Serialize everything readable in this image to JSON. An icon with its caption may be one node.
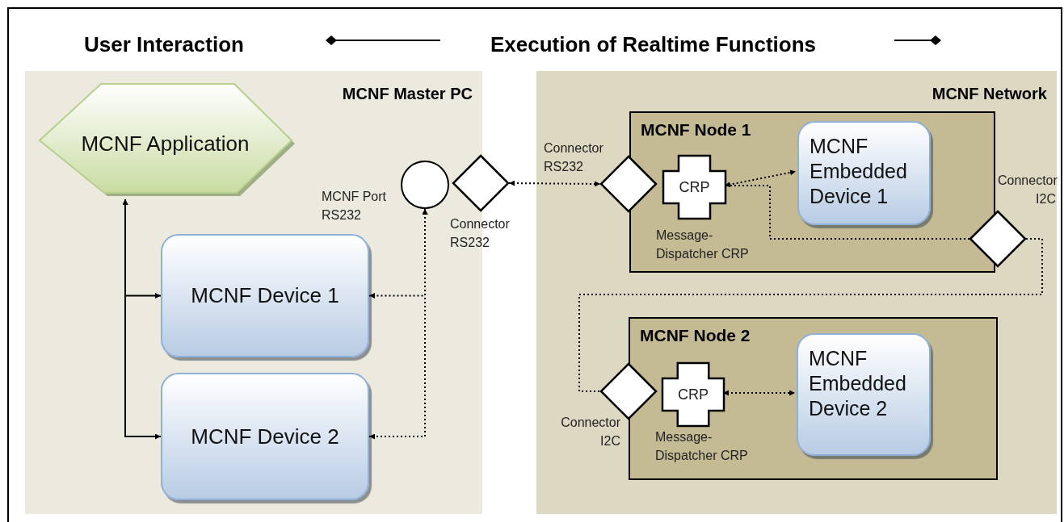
{
  "diagram": {
    "nodes": [
      {
        "text": [
          "MCNF Master PC"
        ]
      },
      {
        "text": [
          "MCNF Application"
        ],
        "in": 0
      },
      {
        "text": [
          "MCNF Device 1"
        ],
        "in": 0
      },
      {
        "text": [
          "MCNF Device 2"
        ],
        "in": 0
      },
      {
        "text": [],
        "shape": "circle",
        "beside": [
          "MCNF Port RS232"
        ],
        "in": 0
      },
      {
        "text": [],
        "shape": "diamond",
        "beside": [
          "Connector RS232"
        ]
      },
      {
        "text": [
          "MCNF Network"
        ]
      },
      {
        "text": [
          "MCNF Node 1"
        ],
        "in": 6
      },
      {
        "text": [],
        "shape": "diamond",
        "beside": [
          "Connector RS232"
        ],
        "in": 6
      },
      {
        "text": [
          "CRP"
        ],
        "beside": [
          "Message- Dispatcher CRP"
        ],
        "in": 7
      },
      {
        "text": [
          "MCNF Embedded Device 1"
        ],
        "in": 7
      },
      {
        "text": [],
        "shape": "diamond",
        "beside": [
          "Connector I2C"
        ],
        "in": 6
      },
      {
        "text": [
          "MCNF Node 2"
        ],
        "in": 6
      },
      {
        "text": [],
        "shape": "diamond",
        "beside": [
          "Connector I2C"
        ],
        "in": 6
      },
      {
        "text": [
          "CRP"
        ],
        "beside": [
          "Message- Dispatcher CRP"
        ],
        "in": 12
      },
      {
        "text": [
          "MCNF Embedded Device 2"
        ],
        "in": 12
      }
    ],
    "edges": [
      {
        "from": 1,
        "to": 2,
        "arrow": "both"
      },
      {
        "from": 1,
        "to": 3,
        "arrow": "both"
      },
      {
        "from": 4,
        "to": 2,
        "arrow": "both",
        "style": "dashed"
      },
      {
        "from": 4,
        "to": 3,
        "arrow": "both",
        "style": "dashed"
      },
      {
        "from": 5,
        "to": 8,
        "arrow": "both",
        "style": "dashed"
      },
      {
        "from": 9,
        "to": 10,
        "arrow": "both",
        "style": "dashed"
      },
      {
        "from": 11,
        "to": 9,
        "arrow": "none",
        "style": "dashed"
      },
      {
        "from": 11,
        "to": 13,
        "arrow": "none",
        "style": "dashed"
      },
      {
        "from": 14,
        "to": 15,
        "arrow": "both",
        "style": "dashed"
      }
    ],
    "labels": [
      "User Interaction",
      "Execution of Realtime Functions"
    ]
  }
}
